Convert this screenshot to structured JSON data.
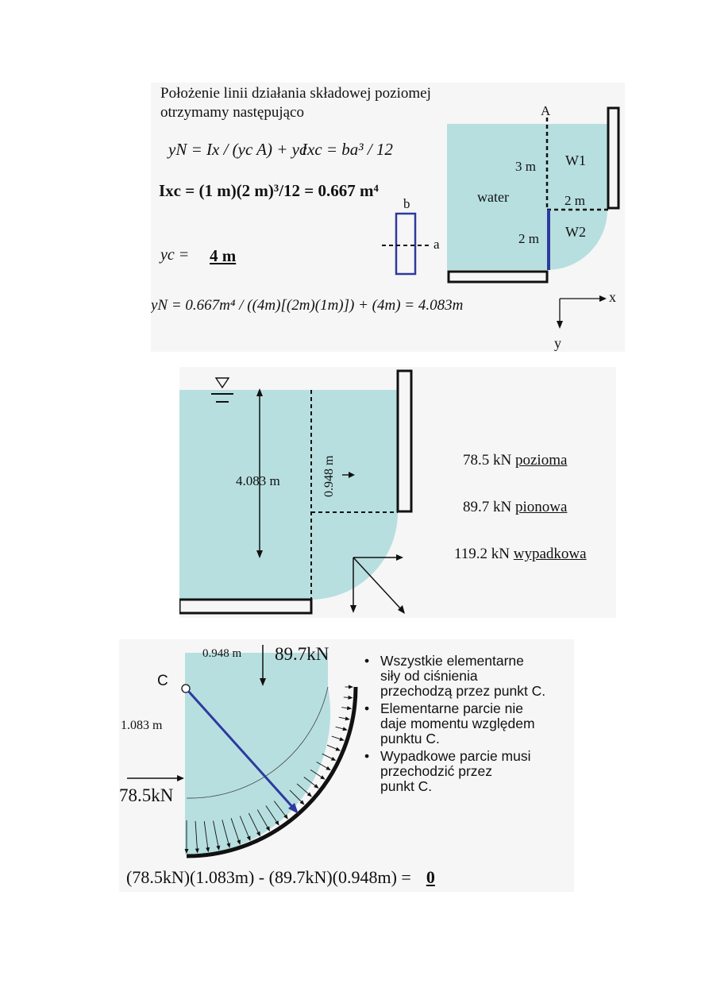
{
  "slide1": {
    "intro_line1": "Położenie linii działania składowej poziomej",
    "intro_line2": "otrzymamy następująco",
    "yn_formula": "yN = Ix / (yc A) + yc",
    "ixc_formula": "Ixc = ba³ / 12",
    "ixc_value": "Ixc = (1 m)(2 m)³/12 = 0.667 m⁴",
    "yc_label": "yc =",
    "yc_value": "4 m",
    "yn_result": "yN = 0.667m⁴ / ((4m)[(2m)(1m)]) + (4m) = 4.083m",
    "label_b": "b",
    "label_a": "a",
    "label_A": "A",
    "label_water": "water",
    "label_3m": "3 m",
    "label_2m_side": "2 m",
    "label_2m_horiz": "2 m",
    "label_w1": "W1",
    "label_w2": "W2",
    "axis_x": "x",
    "axis_y": "y"
  },
  "slide2": {
    "depth_label": "4.083 m",
    "offset_label": "0.948 m",
    "results": [
      {
        "value": "78.5 kN",
        "name": "pozioma"
      },
      {
        "value": "89.7 kN",
        "name": "pionowa"
      },
      {
        "value": "119.2 kN",
        "name": "wypadkowa"
      }
    ]
  },
  "slide3": {
    "offset_label": "0.948 m",
    "vertical_force": "89.7kN",
    "point_label": "C",
    "arm_label": "1.083 m",
    "horizontal_force": "78.5kN",
    "bullets": [
      "Wszystkie elementarne\nsiły od ciśnienia\nprzechodzą przez punkt C.",
      "Elementarne parcie nie\ndaje momentu względem\npunktu  C.",
      "Wypadkowe parcie musi\nprzechodzić przez\npunkt C."
    ],
    "moment_equation": "(78.5kN)(1.083m) - (89.7kN)(0.948m) =",
    "moment_result": "0"
  },
  "colors": {
    "water": "#b7dfe0",
    "resultant_arrow": "#2d3a9e",
    "slide_bg": "#f6f6f6"
  }
}
